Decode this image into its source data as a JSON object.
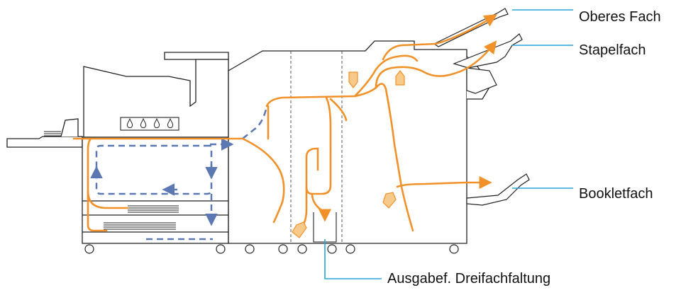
{
  "labels": {
    "top_tray": "Oberes Fach",
    "stacking_tray": "Stapelfach",
    "booklet_tray": "Bookletfach",
    "trifold_output": "Ausgabef. Dreifachfaltung"
  },
  "colors": {
    "paper_path": "#f0912a",
    "duplex_path": "#5b78b2",
    "leader_line": "#2aa5d8",
    "machine_outline": "#222222",
    "marker_fill": "#f7c98b"
  },
  "icons": {
    "ink_droplet": "droplet-icon",
    "paper_direction_marker": "pentagon-arrow-icon"
  },
  "ink_droplet_count": 4
}
